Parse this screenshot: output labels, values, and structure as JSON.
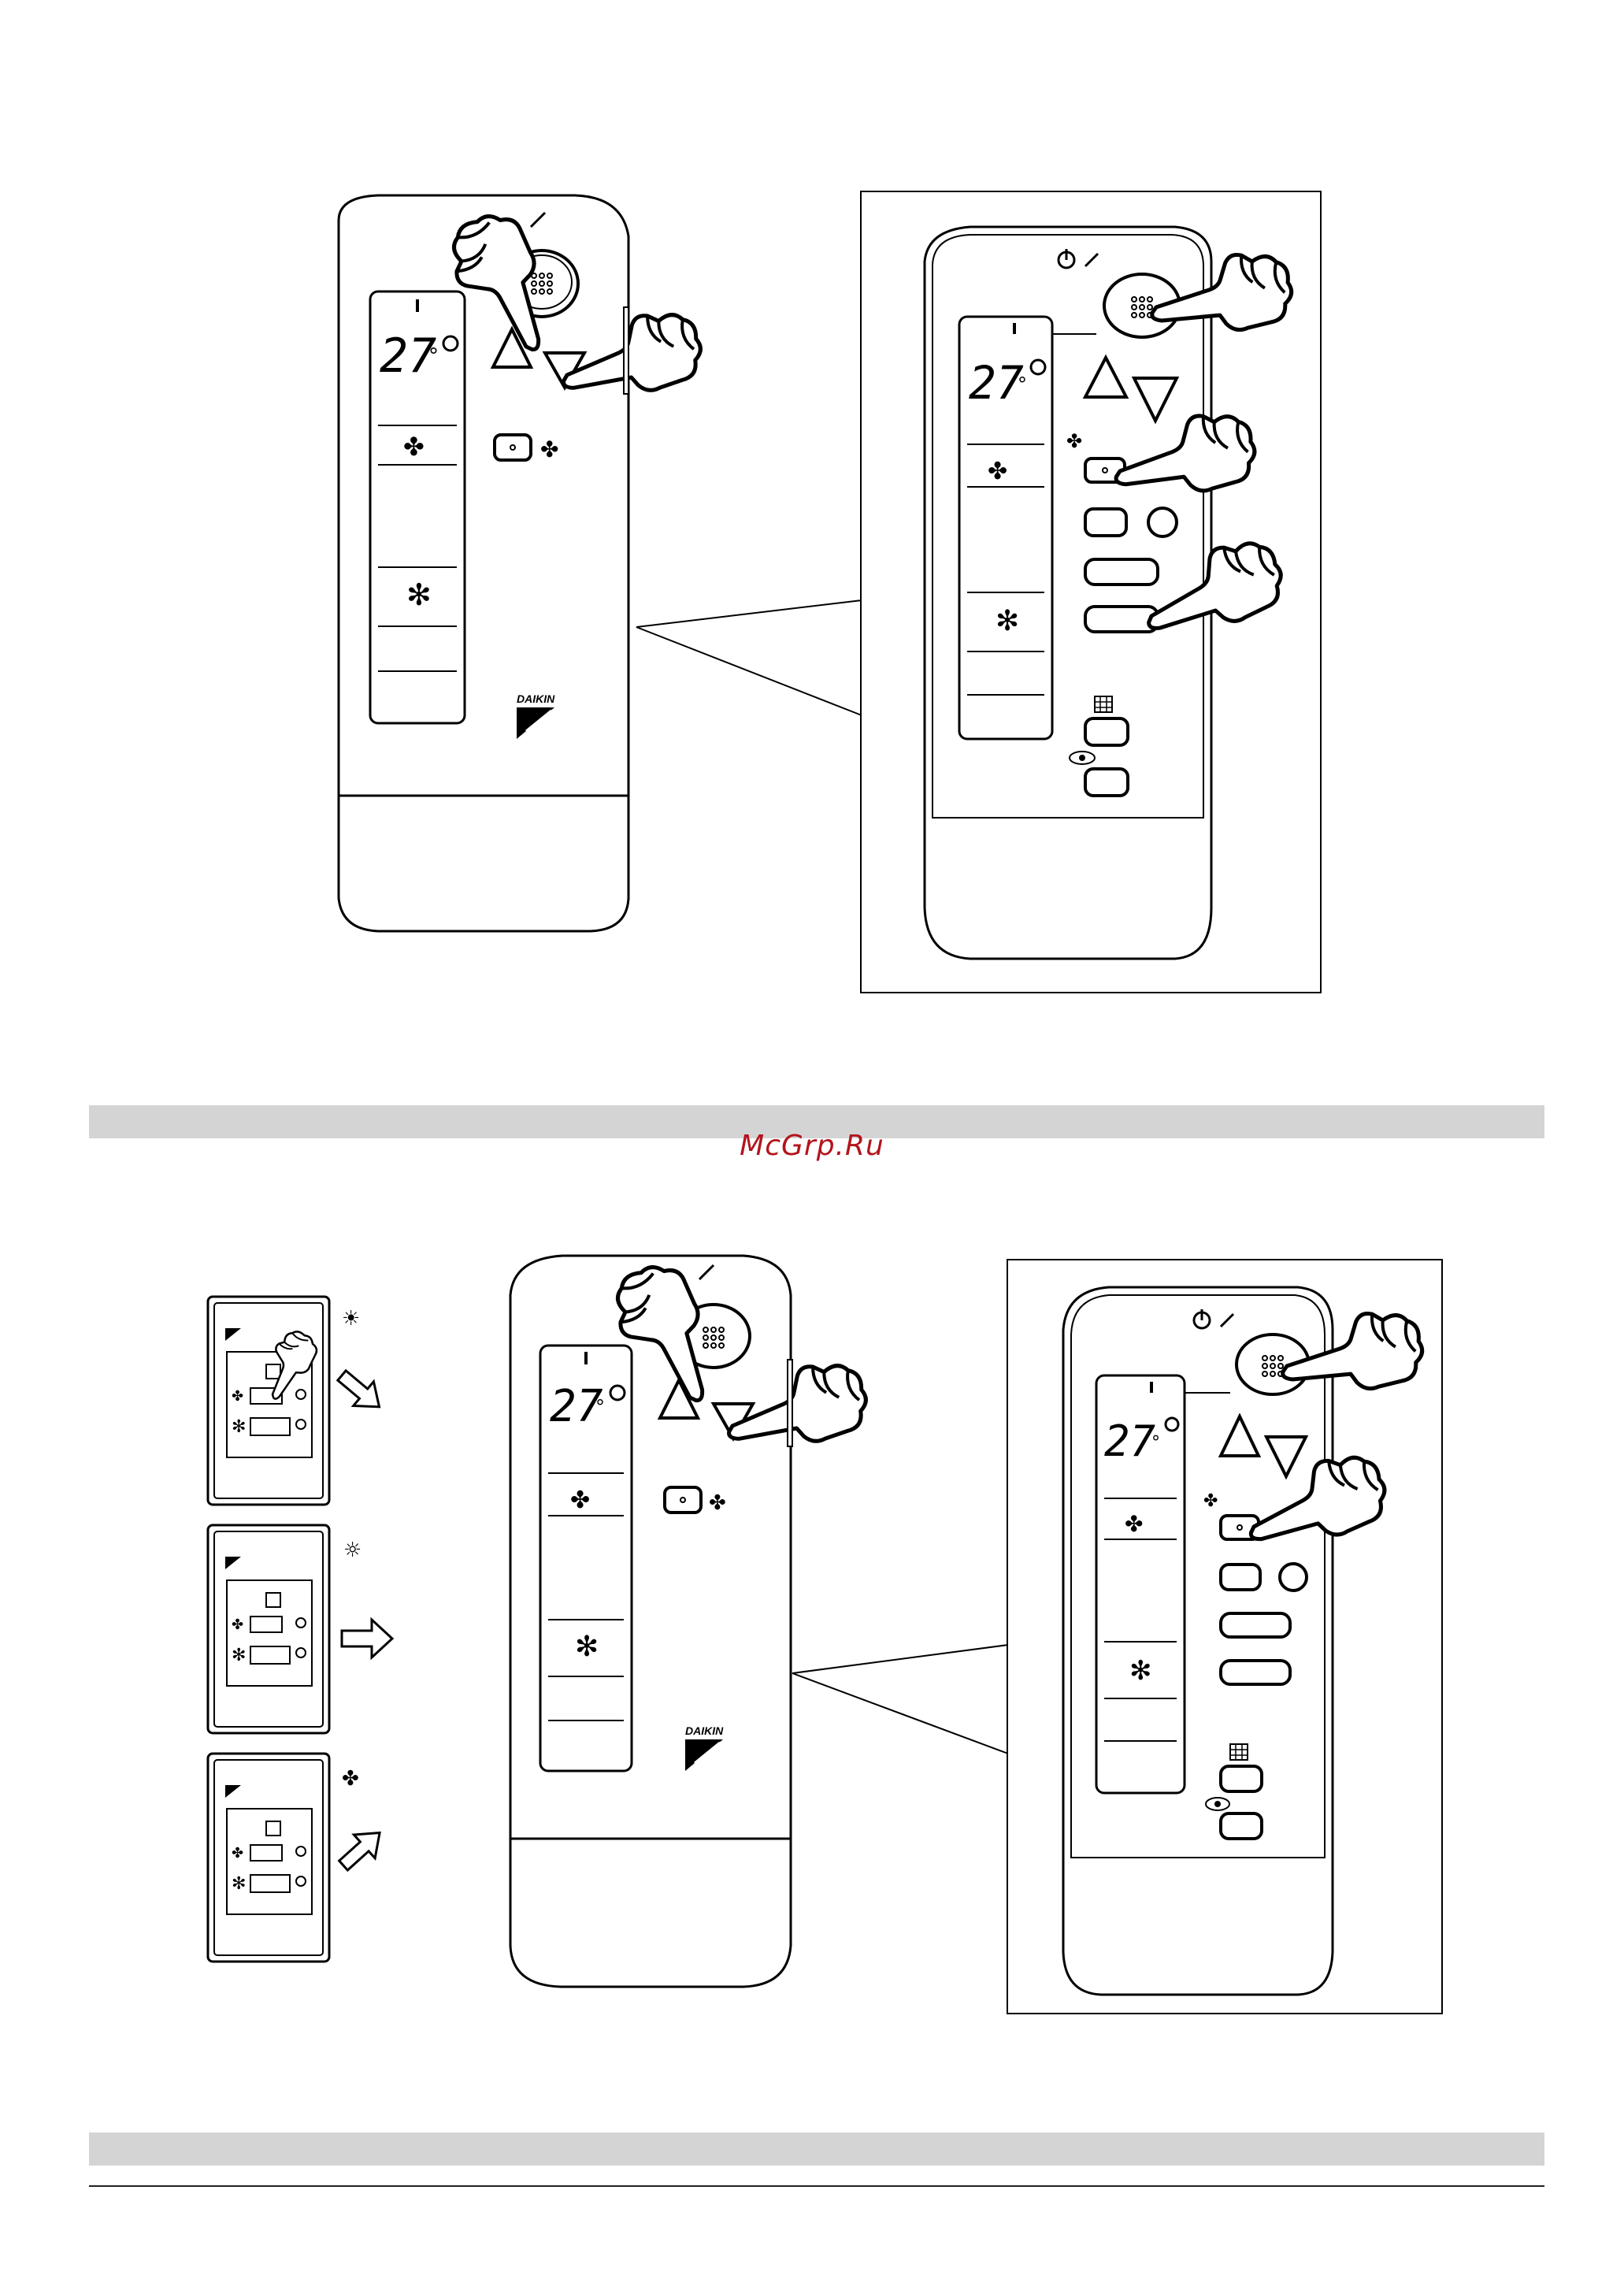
{
  "watermark": "McGrp.Ru",
  "remote": {
    "temperature": "27",
    "degree": "°",
    "brand": "DAIKIN",
    "fan_symbol": "✤",
    "cool_symbol": "✻"
  },
  "switch_panels": [
    {
      "mode_symbol": "☀",
      "arrow": "down-right"
    },
    {
      "mode_symbol": "☼",
      "arrow": "right"
    },
    {
      "mode_symbol": "✤",
      "arrow": "up-right"
    }
  ]
}
